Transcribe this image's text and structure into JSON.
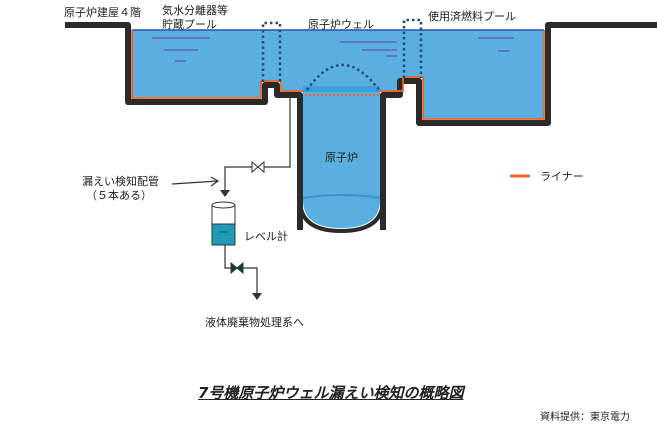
{
  "labels": {
    "building_floor": "原子炉建屋４階",
    "steam_dryer_pool_line1": "気水分離器等",
    "steam_dryer_pool_line2": "貯蔵プール",
    "reactor_well": "原子炉ウェル",
    "spent_fuel_pool": "使用済燃料プール",
    "reactor": "原子炉",
    "leak_pipe_line1": "漏えい検知配管",
    "leak_pipe_line2": "（５本ある）",
    "level_gauge": "レベル計",
    "to_waste": "液体廃棄物処理系へ"
  },
  "legend": {
    "liner": "ライナー",
    "liner_color": "#f26522"
  },
  "title": "7号機原子炉ウェル漏えい検知の概略図",
  "credit": "資料提供：東京電力",
  "colors": {
    "water": "#5aaee0",
    "wall": "#2b2b2b",
    "gate": "#1d4f7a",
    "gauge_water": "#1e9bb5"
  }
}
